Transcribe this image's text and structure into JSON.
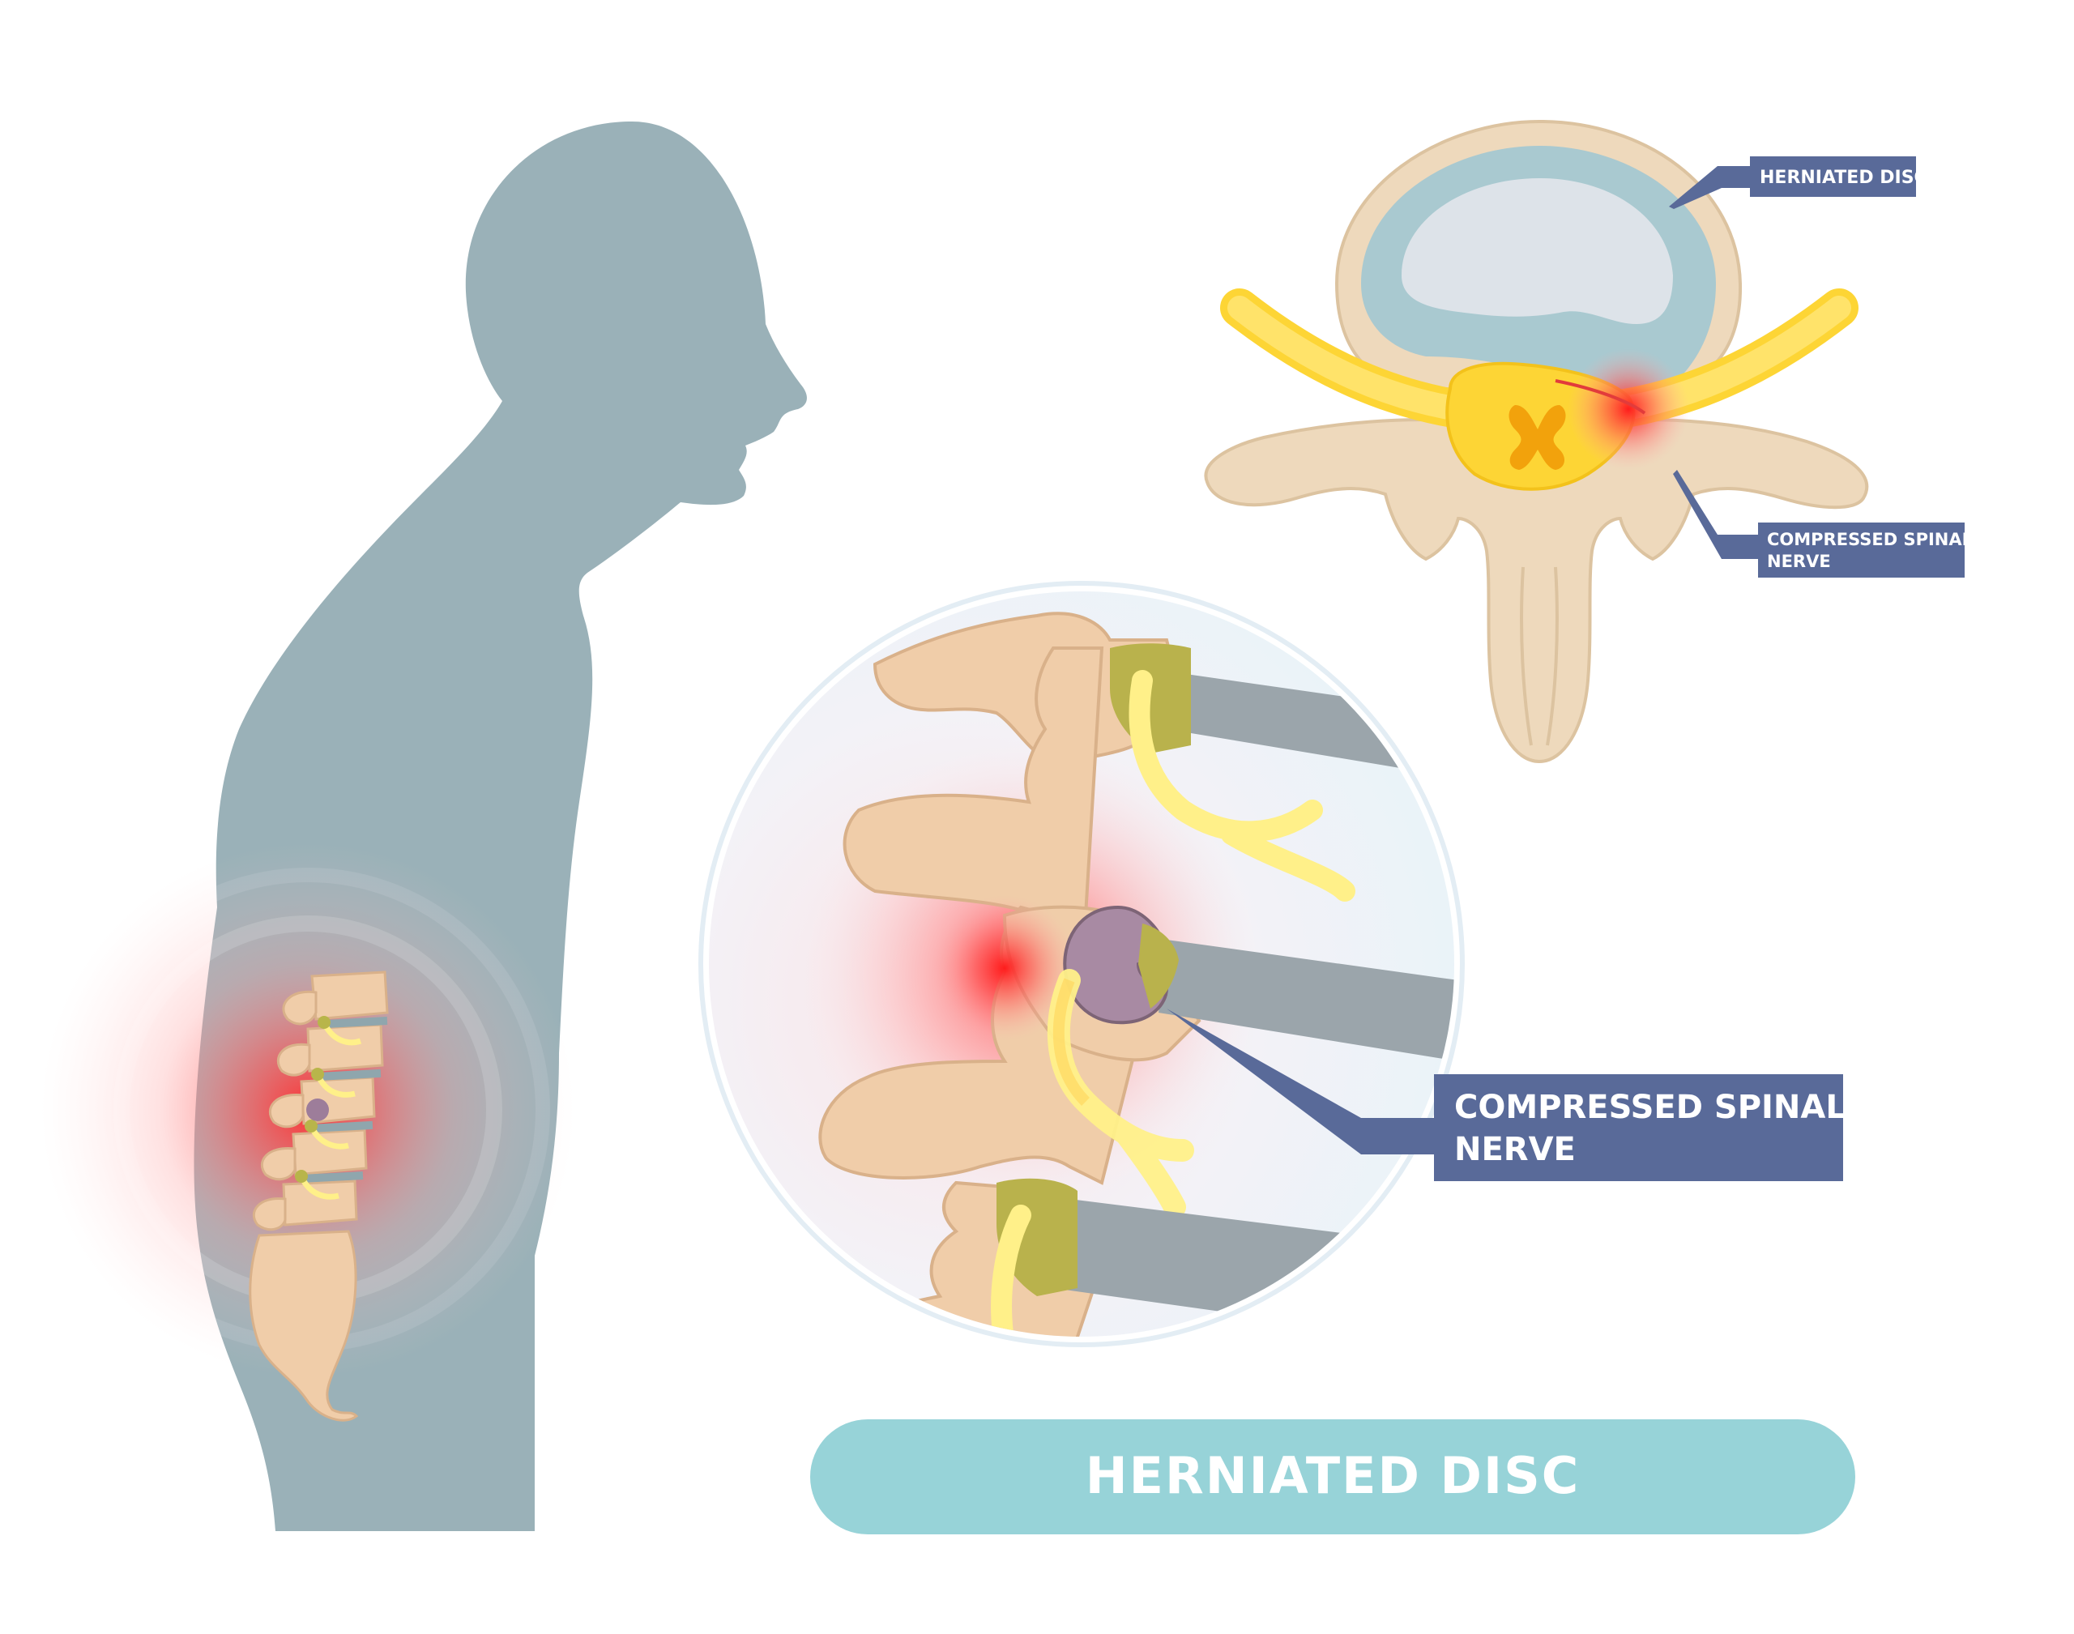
{
  "labels": {
    "top_disc": "HERNIATED DISC",
    "top_nerve_line1": "COMPRESSED SPINAL",
    "top_nerve_line2": "NERVE",
    "zoom_nerve_line1": "COMPRESSED SPINAL",
    "zoom_nerve_line2": "NERVE"
  },
  "title": "HERNIATED DISC",
  "colors": {
    "silhouette": "#9ab1b8",
    "label_box": "#596a99",
    "title_pill": "#97d3d8",
    "bone": "#f0cda9",
    "nerve": "#fff089",
    "pain": "#ff3b3b",
    "disc": "#a9c9d0"
  },
  "icons": [
    "human-silhouette-icon",
    "vertebra-cross-section-icon",
    "spine-zoom-icon",
    "pain-glow-icon"
  ]
}
